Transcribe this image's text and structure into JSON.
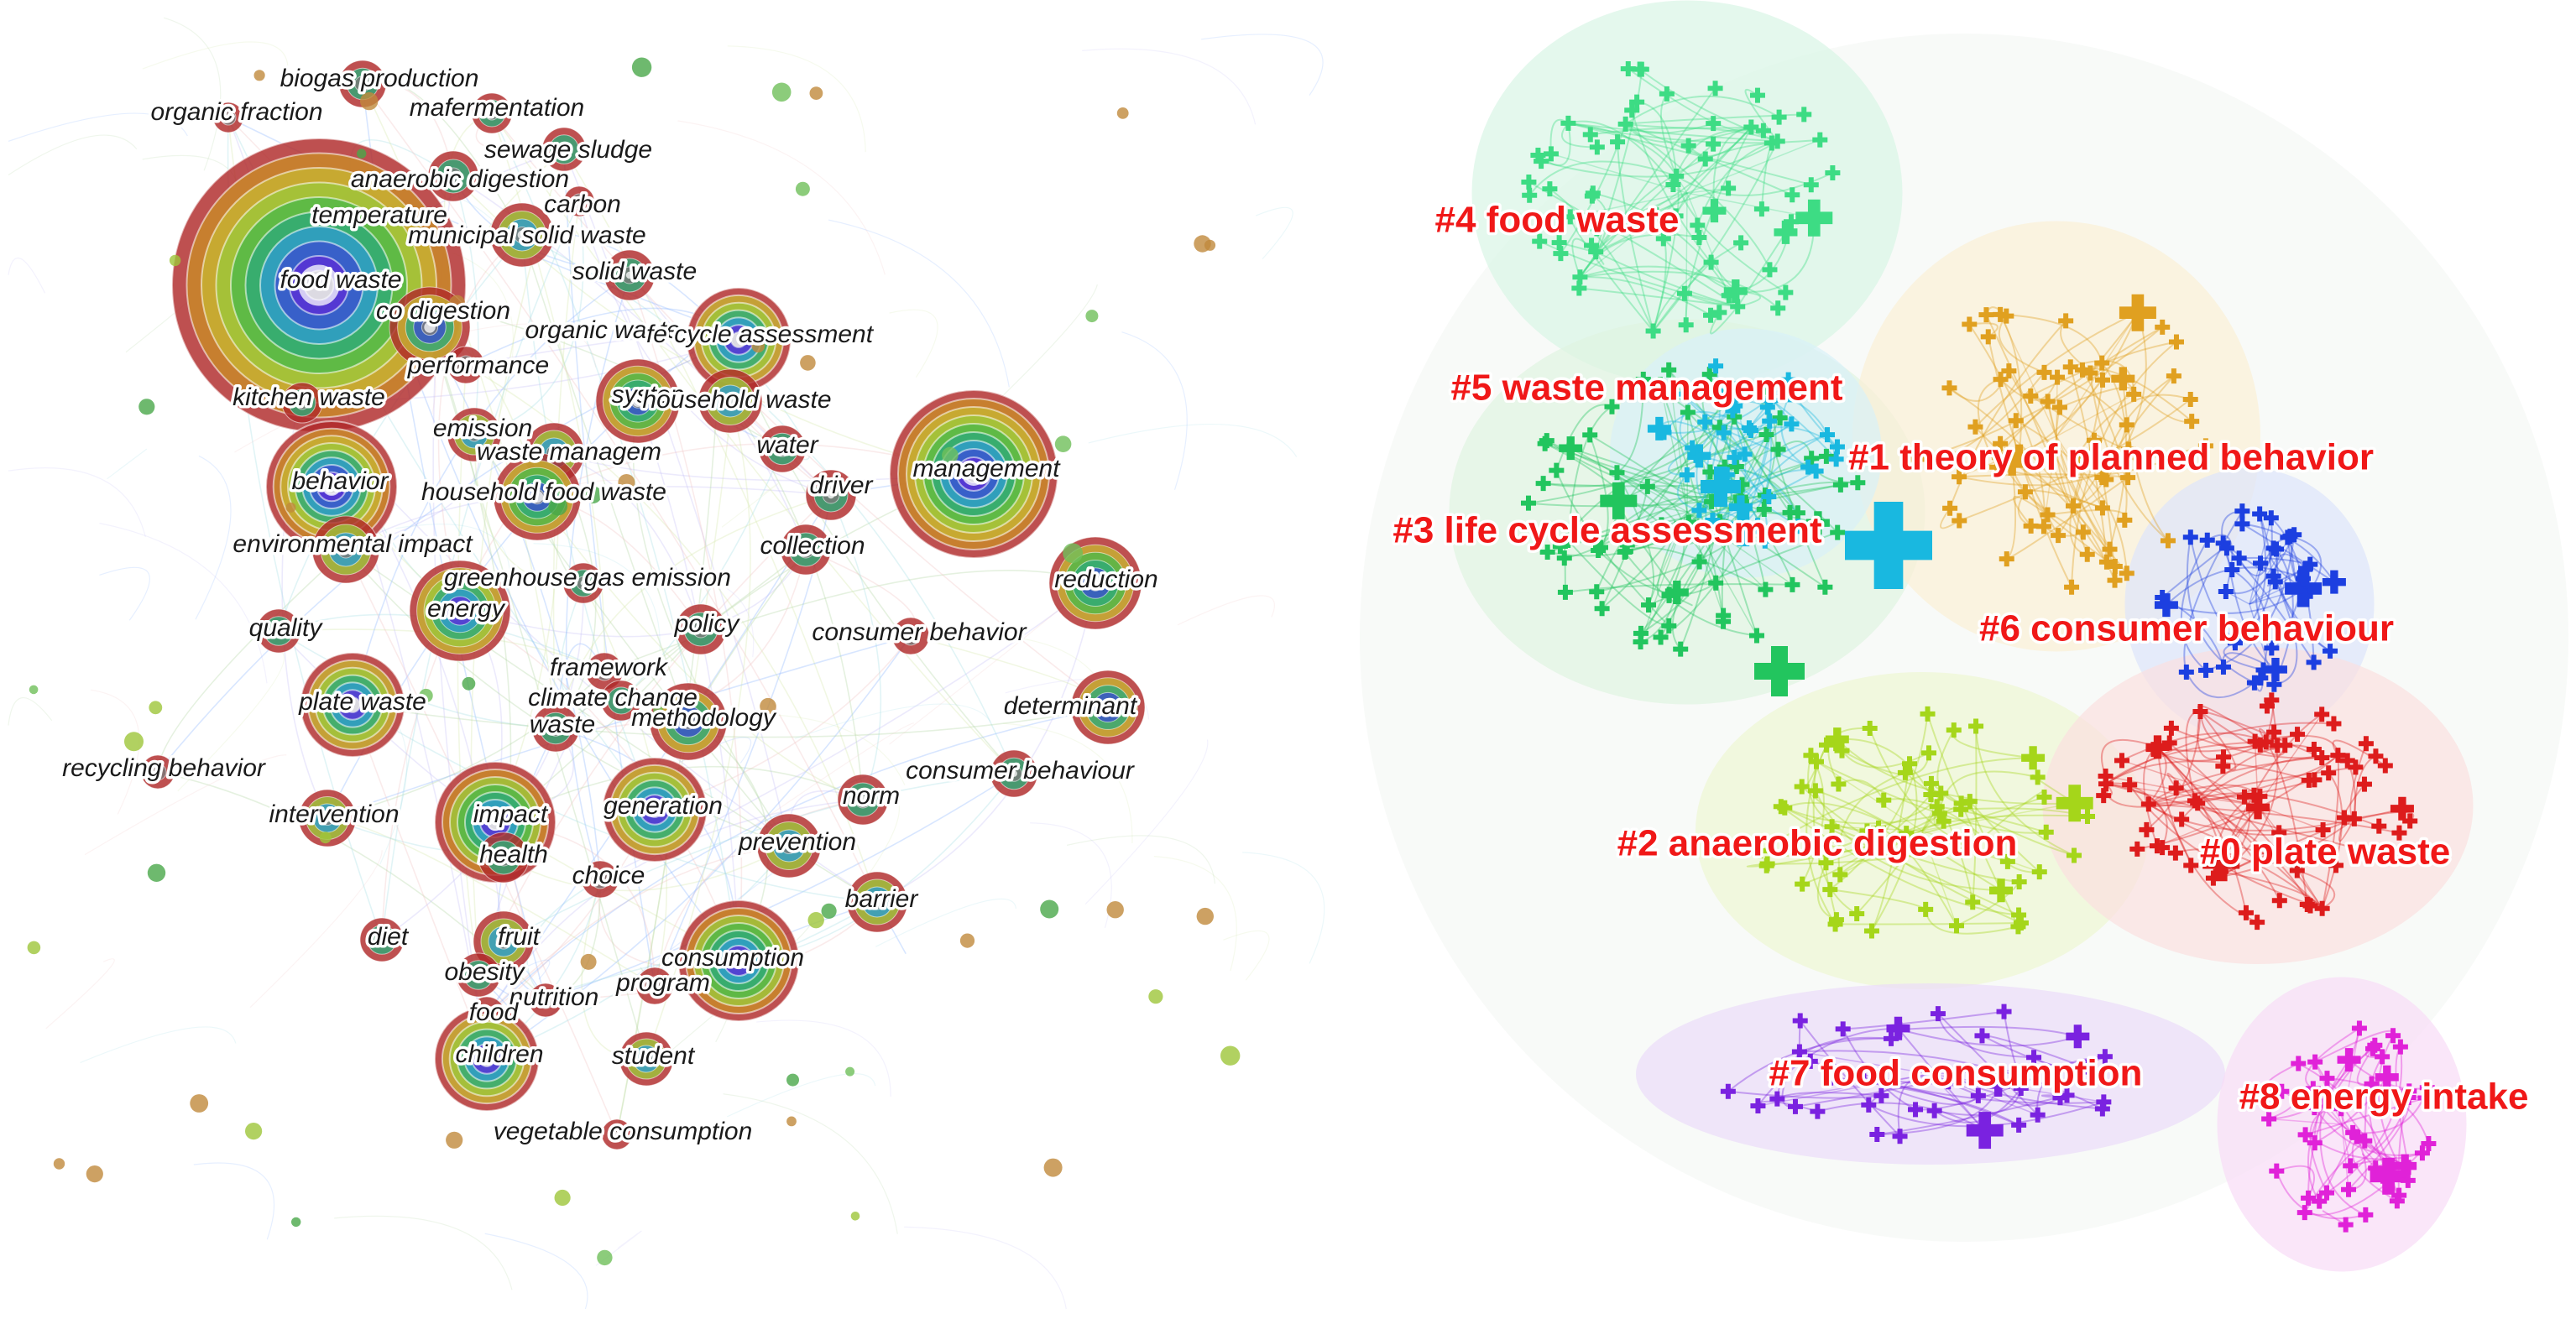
{
  "keyword_map": {
    "keywords": [
      {
        "label": "biogas production"
      },
      {
        "label": "organic fraction"
      },
      {
        "label": "mafermentation"
      },
      {
        "label": "sewage sludge"
      },
      {
        "label": "anaerobic digestion"
      },
      {
        "label": "carbon"
      },
      {
        "label": "temperature"
      },
      {
        "label": "municipal solid waste"
      },
      {
        "label": "food waste"
      },
      {
        "label": "solid waste"
      },
      {
        "label": "co digestion"
      },
      {
        "label": "organic waste"
      },
      {
        "label": "fe cycle assessment"
      },
      {
        "label": "performance"
      },
      {
        "label": "kitchen waste"
      },
      {
        "label": "systen"
      },
      {
        "label": "household waste"
      },
      {
        "label": "emission"
      },
      {
        "label": "water"
      },
      {
        "label": "waste managem"
      },
      {
        "label": "management"
      },
      {
        "label": "behavior"
      },
      {
        "label": "household food waste"
      },
      {
        "label": "driver"
      },
      {
        "label": "environmental impact"
      },
      {
        "label": "collection"
      },
      {
        "label": "greenhouse gas emission"
      },
      {
        "label": "reduction"
      },
      {
        "label": "energy"
      },
      {
        "label": "quality"
      },
      {
        "label": "policy"
      },
      {
        "label": "consumer behavior"
      },
      {
        "label": "framework"
      },
      {
        "label": "plate waste"
      },
      {
        "label": "climate change"
      },
      {
        "label": "determinant"
      },
      {
        "label": "waste"
      },
      {
        "label": "methodology"
      },
      {
        "label": "recycling behavior"
      },
      {
        "label": "consumer behaviour"
      },
      {
        "label": "norm"
      },
      {
        "label": "intervention"
      },
      {
        "label": "impact"
      },
      {
        "label": "generation"
      },
      {
        "label": "prevention"
      },
      {
        "label": "health"
      },
      {
        "label": "choice"
      },
      {
        "label": "barrier"
      },
      {
        "label": "diet"
      },
      {
        "label": "fruit"
      },
      {
        "label": "consumption"
      },
      {
        "label": "obesity"
      },
      {
        "label": "program"
      },
      {
        "label": "nutrition"
      },
      {
        "label": "food"
      },
      {
        "label": "children"
      },
      {
        "label": "student"
      },
      {
        "label": "vegetable consumption"
      }
    ]
  },
  "cluster_map": {
    "clusters": [
      {
        "id": 4,
        "label": "#4 food waste",
        "color": "#3ddc84"
      },
      {
        "id": 5,
        "label": "#5 waste management",
        "color": "#22c55e"
      },
      {
        "id": 1,
        "label": "#1 theory of planned behavior",
        "color": "#e0a020"
      },
      {
        "id": 3,
        "label": "#3 life cycle assessment",
        "color": "#19b8e0"
      },
      {
        "id": 6,
        "label": "#6 consumer behaviour",
        "color": "#1c3fe0"
      },
      {
        "id": 2,
        "label": "#2 anaerobic digestion",
        "color": "#a5d61a"
      },
      {
        "id": 0,
        "label": "#0 plate waste",
        "color": "#dd1c1c"
      },
      {
        "id": 7,
        "label": "#7 food consumption",
        "color": "#7a22e0"
      },
      {
        "id": 8,
        "label": "#8 energy intake",
        "color": "#e022d8"
      }
    ]
  }
}
